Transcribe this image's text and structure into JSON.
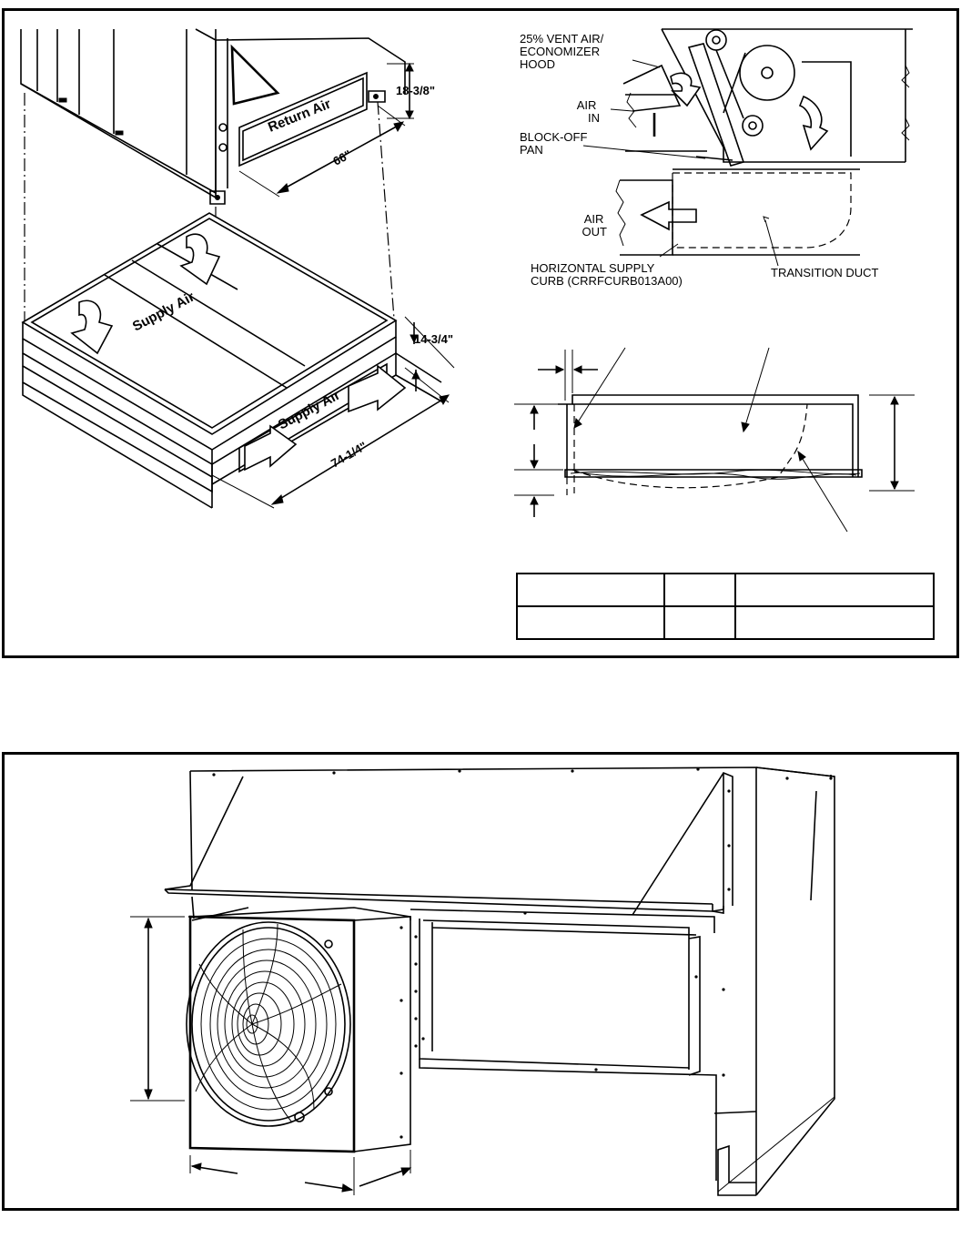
{
  "top_left_figure": {
    "labels": {
      "return_air": "Return Air",
      "supply_air_top": "Supply Air",
      "supply_air_side": "Supply Air"
    },
    "dimensions": {
      "return_height": "18-3/8\"",
      "return_width": "66\"",
      "curb_height": "14-3/4\"",
      "curb_width": "74-1/4\""
    }
  },
  "top_right_figure": {
    "labels": {
      "vent_hood": [
        "25% VENT AIR/",
        "ECONOMIZER",
        "HOOD"
      ],
      "air_in": [
        "AIR",
        "IN"
      ],
      "block_off_pan": [
        "BLOCK-OFF",
        "PAN"
      ],
      "air_out": [
        "AIR",
        "OUT"
      ],
      "horizontal_supply_curb": [
        "HORIZONTAL SUPPLY",
        "CURB (CRRFCURB013A00)"
      ],
      "transition_duct": "TRANSITION DUCT"
    }
  },
  "curb_table": {
    "rows": [
      [
        "",
        "",
        ""
      ],
      [
        "",
        "",
        ""
      ]
    ]
  }
}
